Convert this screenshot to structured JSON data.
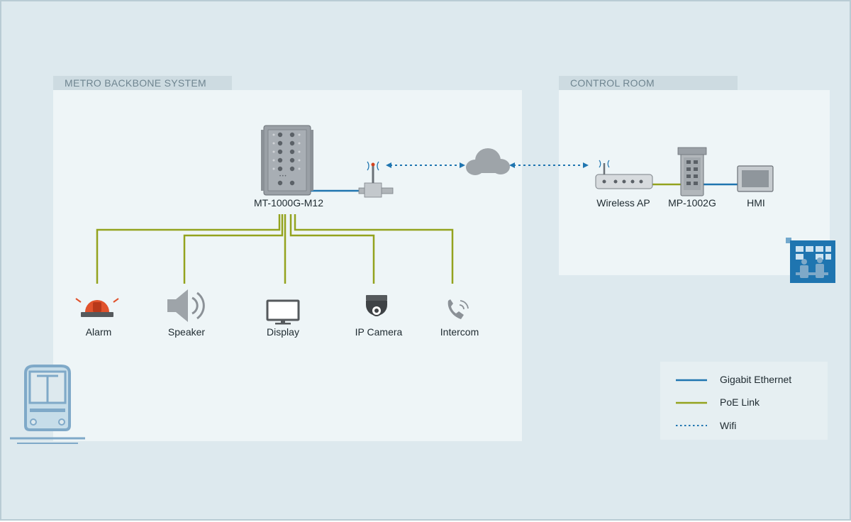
{
  "zones": {
    "backbone": {
      "title": "METRO BACKBONE SYSTEM"
    },
    "control_room": {
      "title": "CONTROL ROOM"
    }
  },
  "devices": {
    "switch_label": "MT-1000G-M12",
    "wireless_ap_label": "Wireless AP",
    "mp_label": "MP-1002G",
    "hmi_label": "HMI"
  },
  "endpoints": [
    {
      "label": "Alarm",
      "icon": "alarm-icon"
    },
    {
      "label": "Speaker",
      "icon": "speaker-icon"
    },
    {
      "label": "Display",
      "icon": "display-icon"
    },
    {
      "label": "IP Camera",
      "icon": "camera-icon"
    },
    {
      "label": "Intercom",
      "icon": "phone-icon"
    }
  ],
  "legend": {
    "items": [
      {
        "label": "Gigabit Ethernet",
        "style": "solid",
        "color": "#1f75b0"
      },
      {
        "label": "PoE Link",
        "style": "solid",
        "color": "#93a31e"
      },
      {
        "label": "Wifi",
        "style": "dotted",
        "color": "#1f75b0"
      }
    ]
  },
  "colors": {
    "ethernet": "#1f75b0",
    "poe": "#93a31e",
    "wifi": "#1f75b0",
    "background": "#dde9ee",
    "panel": "#eef5f7",
    "zone_header": "#cddbe1"
  }
}
